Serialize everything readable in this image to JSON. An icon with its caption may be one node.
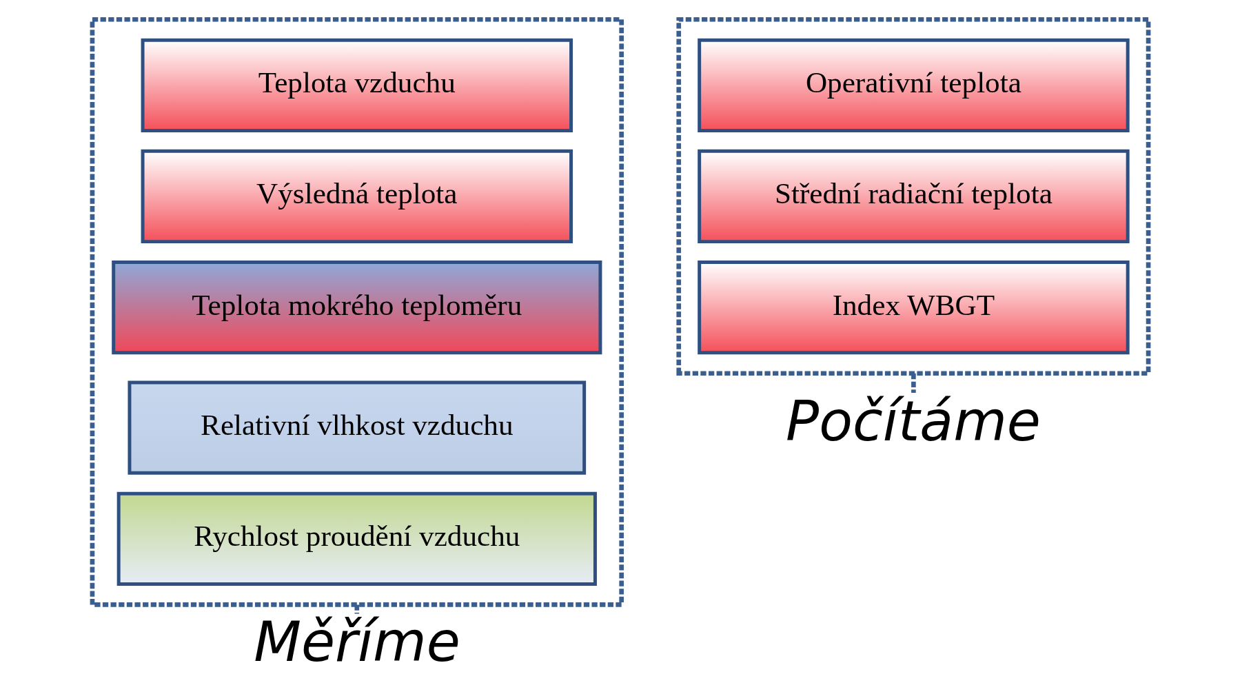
{
  "diagram": {
    "nodes": [
      {
        "text": [],
        "shape": "box"
      },
      {
        "text": [
          "Teplota vzduchu"
        ],
        "in": 0
      },
      {
        "text": [
          "Výsledná teplota"
        ],
        "in": 0
      },
      {
        "text": [
          "Teplota mokrého teploměru"
        ],
        "in": 0
      },
      {
        "text": [
          "Relativní vlhkost vzduchu"
        ],
        "in": 0
      },
      {
        "text": [
          "Rychlost proudění vzduchu"
        ],
        "in": 0
      },
      {
        "text": [],
        "shape": "box"
      },
      {
        "text": [
          "Operativní teplota"
        ],
        "in": 6
      },
      {
        "text": [
          "Střední radiační teplota"
        ],
        "in": 6
      },
      {
        "text": [
          "Index WBGT"
        ],
        "in": 6
      },
      {
        "text": [
          "Měříme"
        ]
      },
      {
        "text": [
          "Počítáme"
        ]
      }
    ],
    "edges": [
      {
        "from": 0,
        "to": 10,
        "arrow": "none",
        "style": "dashed"
      },
      {
        "from": 6,
        "to": 11,
        "arrow": "none",
        "style": "dashed"
      }
    ]
  }
}
